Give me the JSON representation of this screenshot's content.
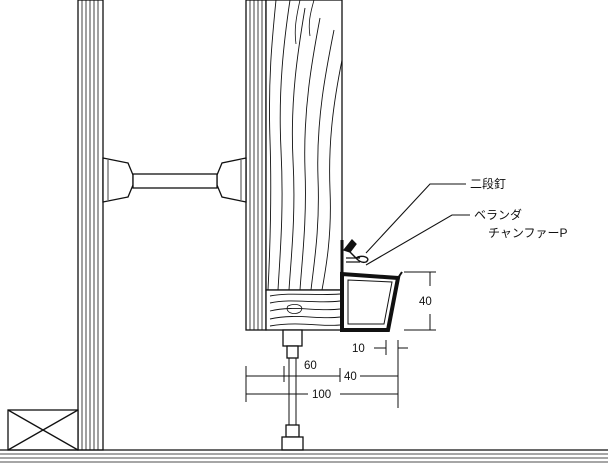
{
  "labels": {
    "nail": "二段釘",
    "fitting_line1": "ベランダ",
    "fitting_line2": "チャンファーP"
  },
  "dimensions": {
    "fitting_height": "40",
    "gap": "10",
    "depth": "60",
    "width": "40",
    "total": "100"
  }
}
